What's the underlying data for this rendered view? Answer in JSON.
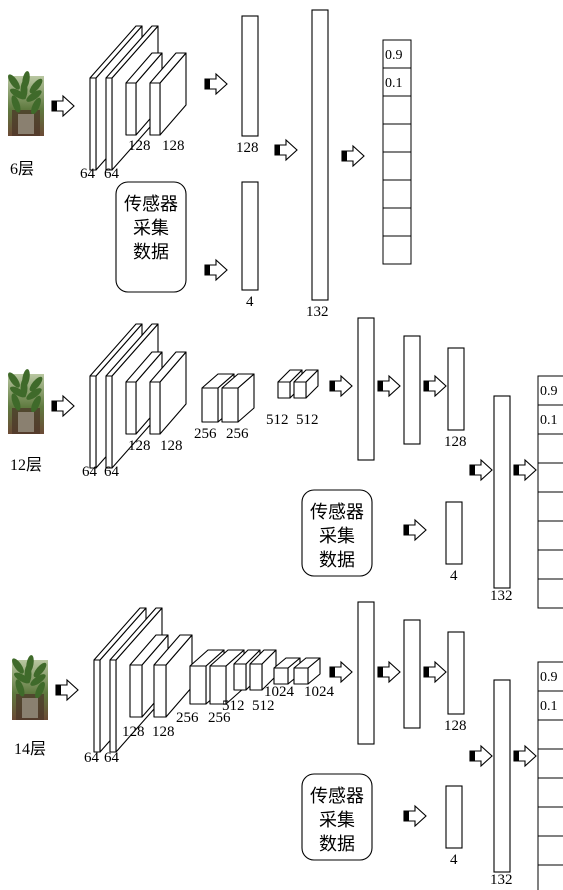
{
  "sensor_label": [
    "传感器",
    "采集",
    "数据"
  ],
  "sections": [
    {
      "id": "6",
      "layer_label": "6层",
      "conv_labels": [
        "64",
        "64",
        "128",
        "128"
      ],
      "fc_labels": [
        "128",
        "4",
        "132"
      ],
      "outputs": [
        "0.9",
        "0.1"
      ]
    },
    {
      "id": "12",
      "layer_label": "12层",
      "conv_labels": [
        "64",
        "64",
        "128",
        "128",
        "256",
        "256",
        "512",
        "512"
      ],
      "fc_labels": [
        "128",
        "4",
        "132"
      ],
      "outputs": [
        "0.9",
        "0.1"
      ]
    },
    {
      "id": "14",
      "layer_label": "14层",
      "conv_labels": [
        "64",
        "64",
        "128",
        "128",
        "256",
        "256",
        "512",
        "512",
        "1024",
        "1024"
      ],
      "fc_labels": [
        "128",
        "4",
        "132"
      ],
      "outputs": [
        "0.9",
        "0.1"
      ]
    }
  ]
}
